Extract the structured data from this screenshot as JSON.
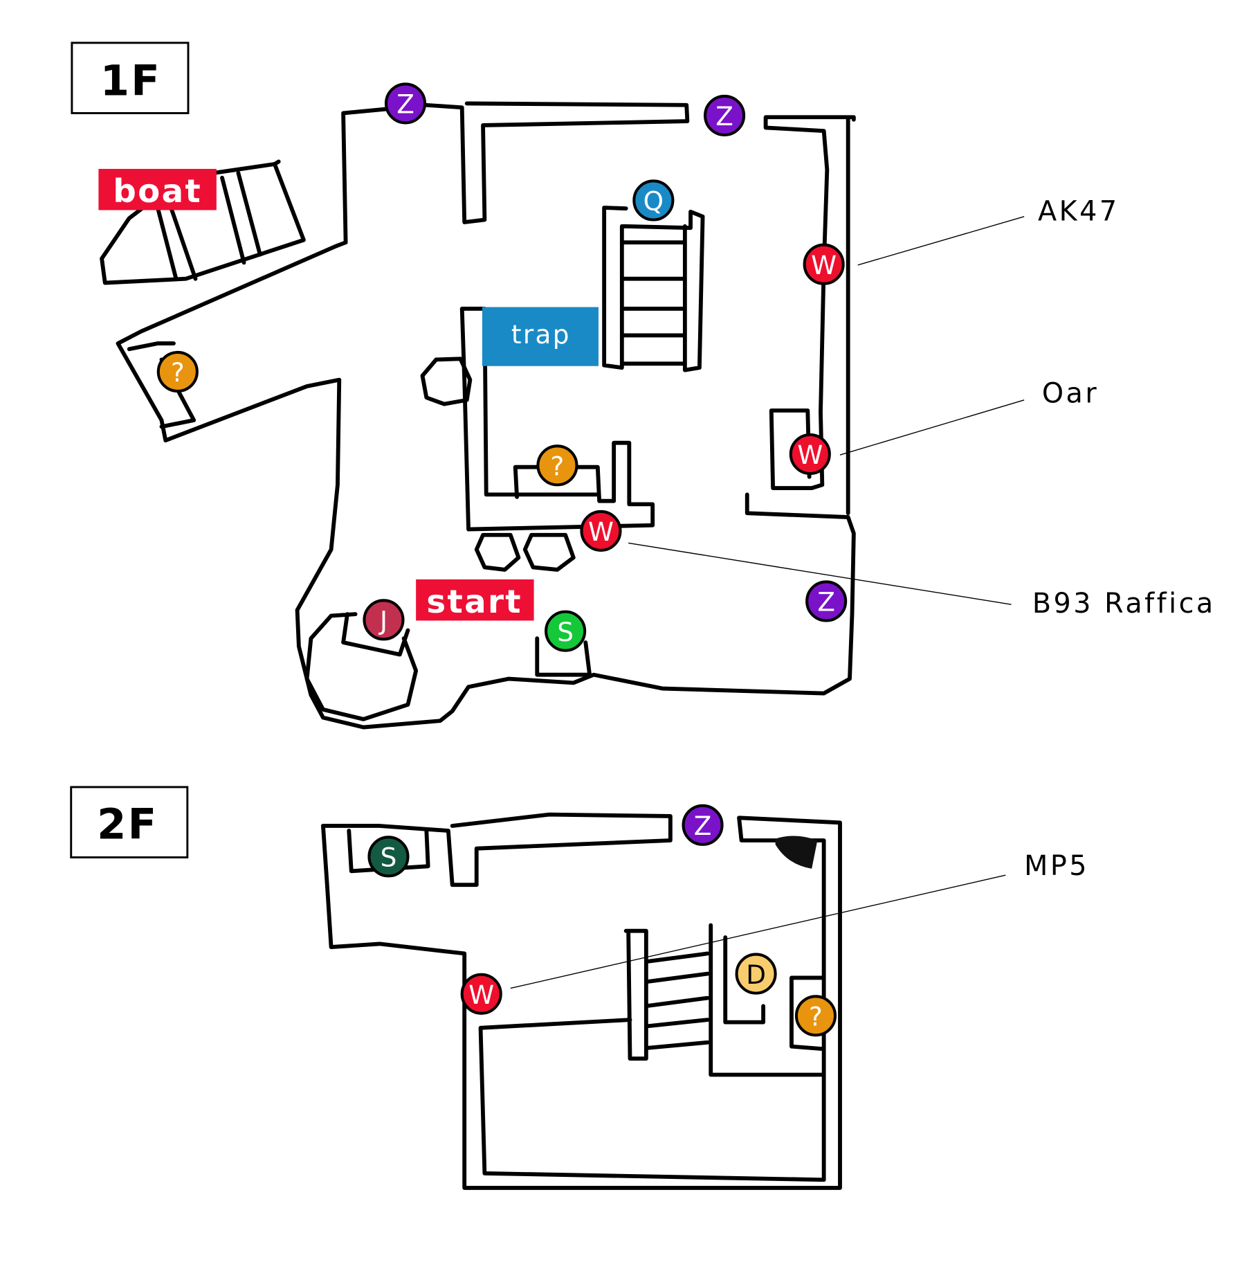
{
  "floors": [
    {
      "id": "1F",
      "label": "1F",
      "tags": [
        {
          "text": "boat",
          "color": "#EE0F35"
        },
        {
          "text": "start",
          "color": "#EE0F35"
        }
      ],
      "zone": {
        "text": "trap",
        "color": "#1A8AC6"
      },
      "markers": [
        {
          "letter": "Z",
          "type": "zombie",
          "color": "#7A12C9",
          "text_color": "#ffffff"
        },
        {
          "letter": "Z",
          "type": "zombie",
          "color": "#7A12C9",
          "text_color": "#ffffff"
        },
        {
          "letter": "Q",
          "type": "quest",
          "color": "#1A8AC6",
          "text_color": "#ffffff"
        },
        {
          "letter": "W",
          "type": "weapon",
          "color": "#EE0F2D",
          "text_color": "#ffffff"
        },
        {
          "letter": "?",
          "type": "mystery",
          "color": "#E8940E",
          "text_color": "#ffffff"
        },
        {
          "letter": "W",
          "type": "weapon",
          "color": "#EE0F2D",
          "text_color": "#ffffff"
        },
        {
          "letter": "?",
          "type": "mystery",
          "color": "#E8940E",
          "text_color": "#ffffff"
        },
        {
          "letter": "W",
          "type": "weapon",
          "color": "#EE0F2D",
          "text_color": "#ffffff"
        },
        {
          "letter": "Z",
          "type": "zombie",
          "color": "#7A12C9",
          "text_color": "#ffffff"
        },
        {
          "letter": "J",
          "type": "jugger",
          "color": "#C2304F",
          "text_color": "#ffffff"
        },
        {
          "letter": "S",
          "type": "save",
          "color": "#14C83A",
          "text_color": "#ffffff"
        }
      ],
      "callouts": [
        {
          "text": "AK47"
        },
        {
          "text": "Oar"
        },
        {
          "text": "B93 Raffica"
        }
      ]
    },
    {
      "id": "2F",
      "label": "2F",
      "markers": [
        {
          "letter": "S",
          "type": "save",
          "color": "#145A43",
          "text_color": "#ffffff"
        },
        {
          "letter": "Z",
          "type": "zombie",
          "color": "#7A12C9",
          "text_color": "#ffffff"
        },
        {
          "letter": "W",
          "type": "weapon",
          "color": "#EE0F2D",
          "text_color": "#ffffff"
        },
        {
          "letter": "D",
          "type": "door",
          "color": "#F8CD6E",
          "text_color": "#000000"
        },
        {
          "letter": "?",
          "type": "mystery",
          "color": "#E8940E",
          "text_color": "#ffffff"
        }
      ],
      "callouts": [
        {
          "text": "MP5"
        }
      ]
    }
  ]
}
